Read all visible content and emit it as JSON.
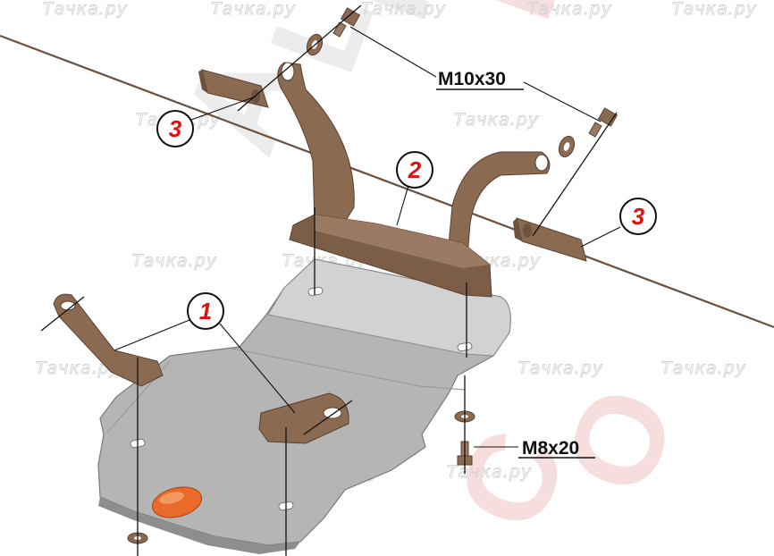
{
  "watermark": {
    "text": "Тачка.ру",
    "brand_letters": [
      "A",
      "L",
      "F",
      "E",
      "C",
      "O"
    ]
  },
  "callouts": [
    {
      "id": "1",
      "label": "1"
    },
    {
      "id": "2",
      "label": "2"
    },
    {
      "id": "3a",
      "label": "3"
    },
    {
      "id": "3b",
      "label": "3"
    }
  ],
  "fasteners": {
    "top_bolt": "M10x30",
    "bottom_bolt": "M8x20"
  },
  "colors": {
    "bracket": "#8b6a52",
    "bracket_dark": "#6e5240",
    "plate": "#b5b5b5",
    "plate_light": "#d2d2d2",
    "plate_dark": "#8e8e8e",
    "plug": "#ea6a2a",
    "callout_red": "#e01010"
  }
}
